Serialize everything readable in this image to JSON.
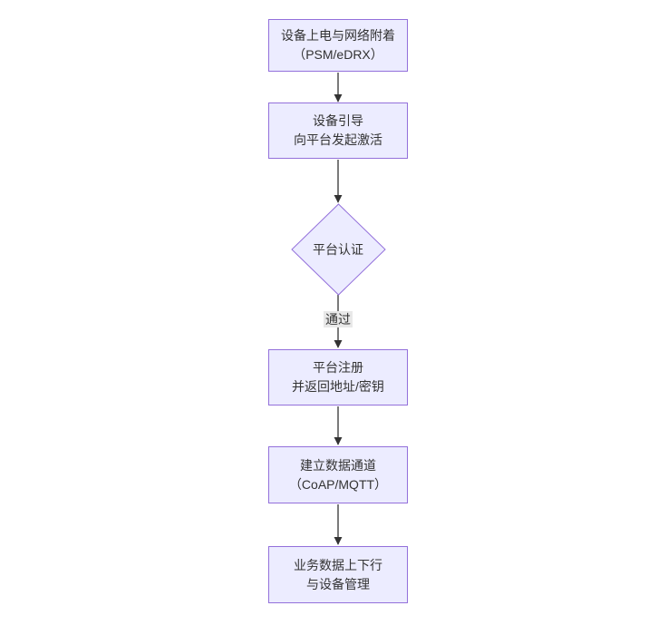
{
  "diagram": {
    "type": "flowchart",
    "direction": "top-down",
    "colors": {
      "node_fill": "#ECECFF",
      "node_border": "#9370DB",
      "edge": "#333333",
      "text": "#333333",
      "label_bg": "#E8E8E8"
    },
    "nodes": [
      {
        "id": "power-on",
        "shape": "rect",
        "line1": "设备上电与网络附着",
        "line2": "（PSM/eDRX）"
      },
      {
        "id": "bootstrap",
        "shape": "rect",
        "line1": "设备引导",
        "line2": "向平台发起激活"
      },
      {
        "id": "platform-auth",
        "shape": "diamond",
        "line1": "平台认证",
        "line2": ""
      },
      {
        "id": "register",
        "shape": "rect",
        "line1": "平台注册",
        "line2": "并返回地址/密钥"
      },
      {
        "id": "data-channel",
        "shape": "rect",
        "line1": "建立数据通道",
        "line2": "（CoAP/MQTT）"
      },
      {
        "id": "business",
        "shape": "rect",
        "line1": "业务数据上下行",
        "line2": "与设备管理"
      }
    ],
    "edges": [
      {
        "from": "power-on",
        "to": "bootstrap",
        "label": ""
      },
      {
        "from": "bootstrap",
        "to": "platform-auth",
        "label": ""
      },
      {
        "from": "platform-auth",
        "to": "register",
        "label": "通过"
      },
      {
        "from": "register",
        "to": "data-channel",
        "label": ""
      },
      {
        "from": "data-channel",
        "to": "business",
        "label": ""
      }
    ]
  }
}
